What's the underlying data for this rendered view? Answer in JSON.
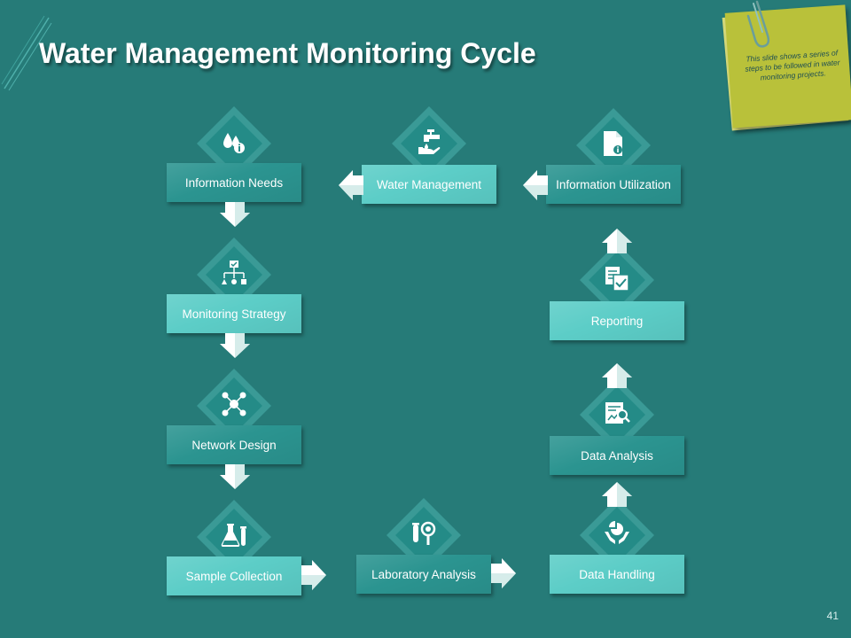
{
  "slide": {
    "title": "Water Management Monitoring Cycle",
    "page_number": "41"
  },
  "note": {
    "text": "This slide shows a series of steps to be followed in water monitoring projects."
  },
  "colors": {
    "background": "#267b78",
    "step_dark": "#2b9490",
    "step_light": "#5ccdc7",
    "diamond_outer": "#3a9a96",
    "diamond_inner": "#248b87",
    "note": "#b9c13a"
  },
  "steps": [
    {
      "id": "information-needs",
      "label": "Information Needs",
      "icon": "water-drops-info-icon"
    },
    {
      "id": "monitoring-strategy",
      "label": "Monitoring Strategy",
      "icon": "hierarchy-checklist-icon"
    },
    {
      "id": "network-design",
      "label": "Network Design",
      "icon": "people-network-icon"
    },
    {
      "id": "sample-collection",
      "label": "Sample Collection",
      "icon": "lab-flask-icon"
    },
    {
      "id": "laboratory-analysis",
      "label": "Laboratory Analysis",
      "icon": "test-tube-magnifier-icon"
    },
    {
      "id": "data-handling",
      "label": "Data Handling",
      "icon": "hands-pie-chart-icon"
    },
    {
      "id": "data-analysis",
      "label": "Data Analysis",
      "icon": "report-magnifier-icon"
    },
    {
      "id": "reporting",
      "label": "Reporting",
      "icon": "documents-check-icon"
    },
    {
      "id": "information-utilization",
      "label": "Information Utilization",
      "icon": "document-info-icon"
    },
    {
      "id": "water-management",
      "label": "Water Management",
      "icon": "tap-hand-icon"
    }
  ]
}
